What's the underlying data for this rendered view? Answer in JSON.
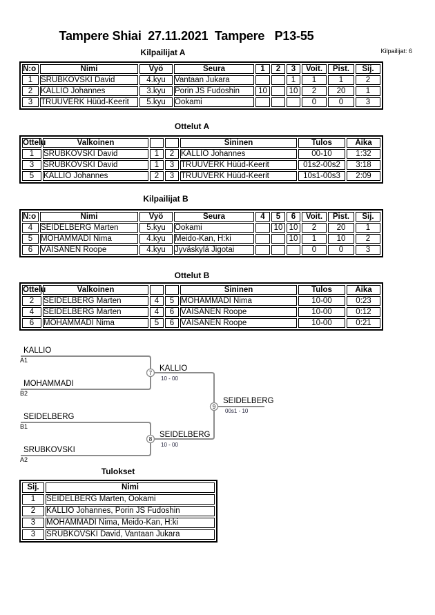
{
  "page": {
    "title": "Tampere Shiai  27.11.2021  Tampere   P13-55",
    "competitor_count_label": "Kilpailijat: 6"
  },
  "colors": {
    "table_border": "#000000",
    "bracket_line": "#8c8c8c",
    "score_text": "#20203a"
  },
  "pool_a": {
    "title": "Kilpailijat A",
    "headers": [
      "N:o",
      "Nimi",
      "Vyö",
      "Seura",
      "1",
      "2",
      "3",
      "Voit.",
      "Pist.",
      "Sij."
    ],
    "rows": [
      [
        "1",
        "SRUBKOVSKI David",
        "4.kyu",
        "Vantaan Jukara",
        "",
        "",
        "1",
        "1",
        "1",
        "2"
      ],
      [
        "2",
        "KALLIO Johannes",
        "3.kyu",
        "Porin JS Fudoshin",
        "10",
        "",
        "10",
        "2",
        "20",
        "1"
      ],
      [
        "3",
        "TRUUVERK Hüüd-Keerit",
        "5.kyu",
        "Ookami",
        "",
        "",
        "",
        "0",
        "0",
        "3"
      ]
    ]
  },
  "matches_a": {
    "title": "Ottelut A",
    "headers": [
      "Ottelu",
      "Valkoinen",
      "",
      "",
      "Sininen",
      "Tulos",
      "Aika"
    ],
    "rows": [
      [
        "1",
        "SRUBKOVSKI David",
        "1",
        "2",
        "KALLIO Johannes",
        "00-10",
        "1:32"
      ],
      [
        "3",
        "SRUBKOVSKI David",
        "1",
        "3",
        "TRUUVERK Hüüd-Keerit",
        "01s2-00s2",
        "3:18"
      ],
      [
        "5",
        "KALLIO Johannes",
        "2",
        "3",
        "TRUUVERK Hüüd-Keerit",
        "10s1-00s3",
        "2:09"
      ]
    ]
  },
  "pool_b": {
    "title": "Kilpailijat B",
    "headers": [
      "N:o",
      "Nimi",
      "Vyö",
      "Seura",
      "4",
      "5",
      "6",
      "Voit.",
      "Pist.",
      "Sij."
    ],
    "rows": [
      [
        "4",
        "SEIDELBERG Marten",
        "5.kyu",
        "Ookami",
        "",
        "10",
        "10",
        "2",
        "20",
        "1"
      ],
      [
        "5",
        "MOHAMMADI Nima",
        "4.kyu",
        "Meido-Kan, H:ki",
        "",
        "",
        "10",
        "1",
        "10",
        "2"
      ],
      [
        "6",
        "VÄISÄNEN Roope",
        "4.kyu",
        "Jyväskylä Jigotai",
        "",
        "",
        "",
        "0",
        "0",
        "3"
      ]
    ]
  },
  "matches_b": {
    "title": "Ottelut B",
    "headers": [
      "Ottelu",
      "Valkoinen",
      "",
      "",
      "Sininen",
      "Tulos",
      "Aika"
    ],
    "rows": [
      [
        "2",
        "SEIDELBERG Marten",
        "4",
        "5",
        "MOHAMMADI Nima",
        "10-00",
        "0:23"
      ],
      [
        "4",
        "SEIDELBERG Marten",
        "4",
        "6",
        "VÄISÄNEN Roope",
        "10-00",
        "0:12"
      ],
      [
        "6",
        "MOHAMMADI Nima",
        "5",
        "6",
        "VÄISÄNEN Roope",
        "10-00",
        "0:21"
      ]
    ]
  },
  "bracket": {
    "slots": [
      {
        "name": "KALLIO",
        "seed": "A1"
      },
      {
        "name": "MOHAMMADI",
        "seed": "B2"
      },
      {
        "name": "SEIDELBERG",
        "seed": "B1"
      },
      {
        "name": "SRUBKOVSKI",
        "seed": "A2"
      }
    ],
    "semifinal1": {
      "number": "7",
      "winner": "KALLIO",
      "score": "10 - 00"
    },
    "semifinal2": {
      "number": "8",
      "winner": "SEIDELBERG",
      "score": "10 - 00"
    },
    "final": {
      "number": "9",
      "winner": "SEIDELBERG",
      "score": "00s1 - 10"
    }
  },
  "results": {
    "title": "Tulokset",
    "headers": [
      "Sij.",
      "Nimi"
    ],
    "rows": [
      [
        "1",
        "SEIDELBERG Marten, Ookami"
      ],
      [
        "2",
        "KALLIO Johannes, Porin JS Fudoshin"
      ],
      [
        "3",
        "MOHAMMADI Nima, Meido-Kan, H:ki"
      ],
      [
        "3",
        "SRUBKOVSKI David, Vantaan Jukara"
      ]
    ]
  }
}
